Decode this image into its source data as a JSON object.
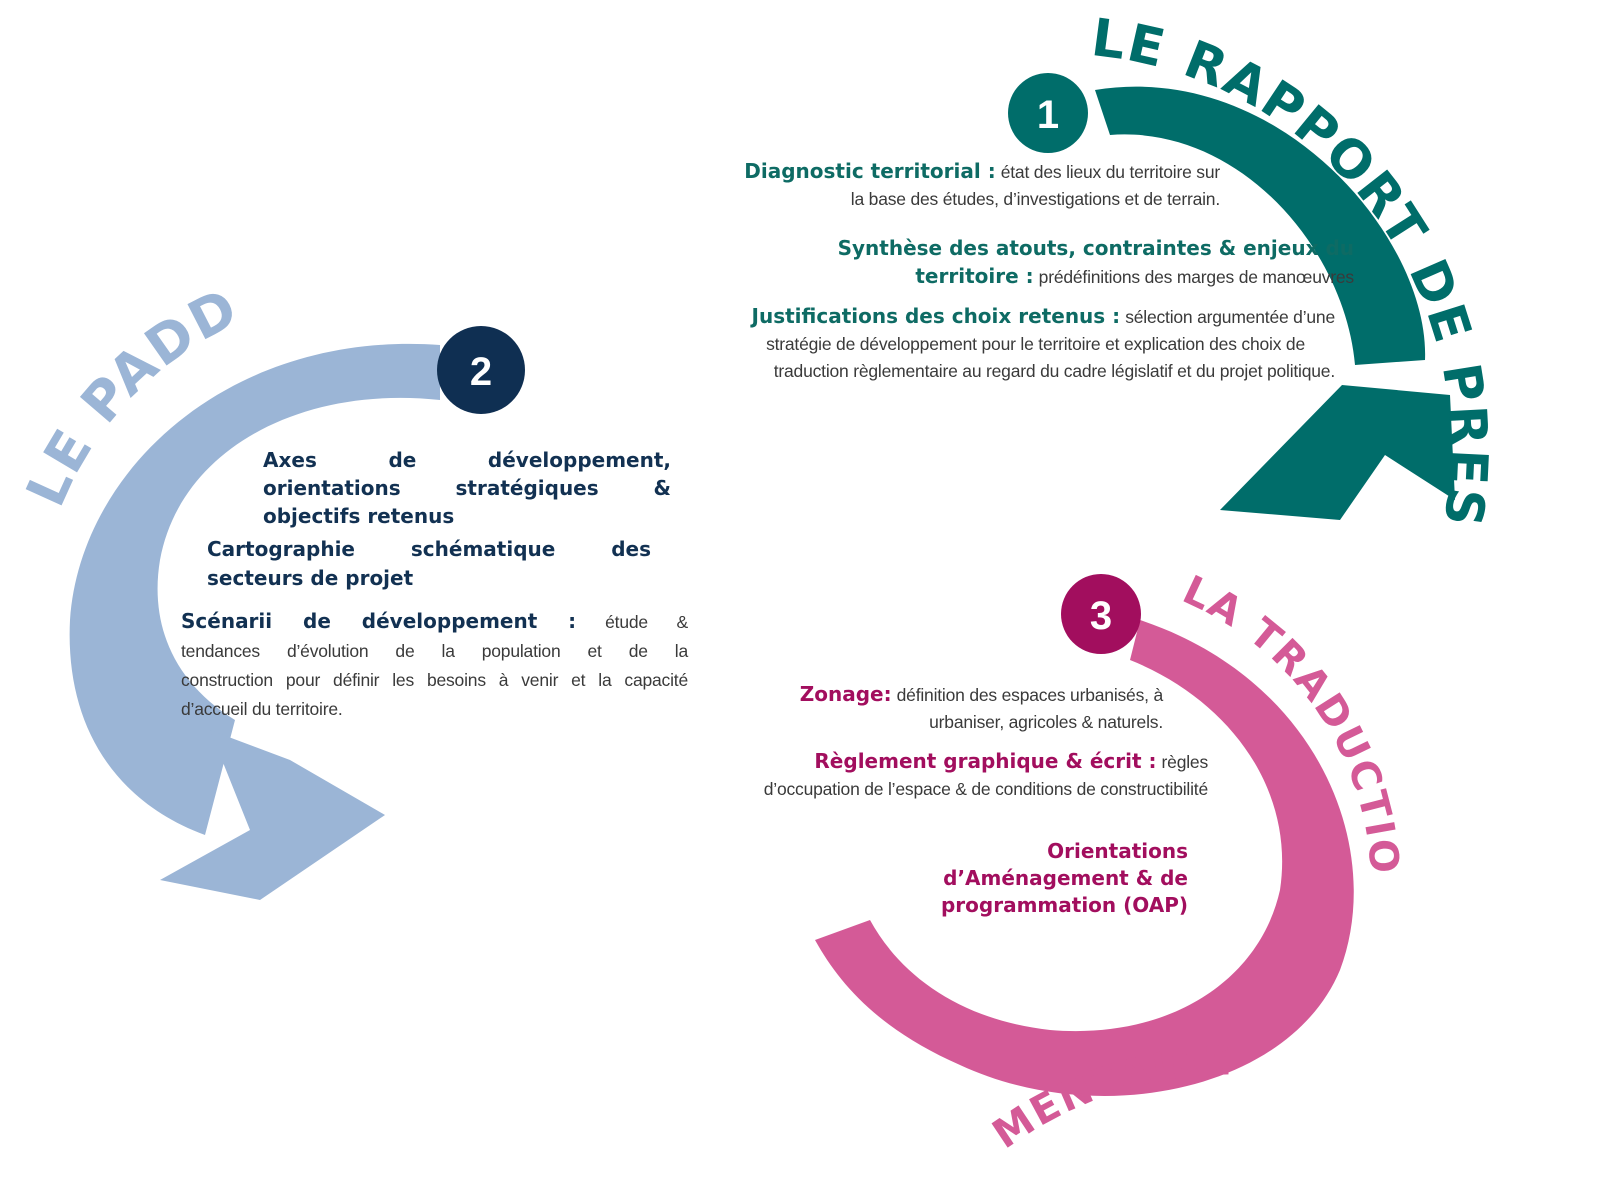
{
  "colors": {
    "teal": "#006d6a",
    "padd_blue": "#9bb5d6",
    "navy": "#0f2f52",
    "pink": "#d45a97",
    "plum": "#a20e5e"
  },
  "section1": {
    "number": "1",
    "title": "LE RAPPORT DE PRESENTATION",
    "items": [
      {
        "heading": "Diagnostic territorial :",
        "line1": "état des lieux du territoire sur",
        "line2": "la base des études,  d’investigations  et de terrain."
      },
      {
        "heading_line1": "Synthèse des atouts, contraintes & enjeux du",
        "heading_line2": "territoire :",
        "text": "prédéfinitions  des marges de manœuvres"
      },
      {
        "heading": "Justifications des choix retenus :",
        "line1": "sélection argumentée d’une",
        "line2": "stratégie de développement  pour le territoire et explication des choix de",
        "line3": "traduction règlementaire  au regard du cadre législatif et du projet politique."
      }
    ]
  },
  "section2": {
    "number": "2",
    "title": "LE PADD",
    "items": [
      {
        "line1": "Axes de développement,",
        "line2": "orientations stratégiques &",
        "line3": "objectifs retenus"
      },
      {
        "line1": "Cartographie schématique des",
        "line2": "secteurs de projet"
      },
      {
        "heading": "Scénarii de développement :",
        "line1": "étude &",
        "line2": "tendances d’évolution de la population et de la",
        "line3": "construction pour définir les besoins à venir et la capacité",
        "line4": "d’accueil du territoire."
      }
    ]
  },
  "section3": {
    "number": "3",
    "title_top": "LA TRADUCTION REGLE",
    "title_bottom": "MENTAIRE",
    "items": [
      {
        "heading": "Zonage:",
        "line1": "définition des espaces urbanisés,  à",
        "line2": "urbaniser,  agricoles & naturels."
      },
      {
        "heading": "Règlement graphique & écrit :",
        "line1": "règles",
        "line2": "d’occupation  de l’espace  & de conditions  de constructibilité"
      },
      {
        "line1": "Orientations",
        "line2": "d’Aménagement & de",
        "line3": "programmation (OAP)"
      }
    ]
  }
}
